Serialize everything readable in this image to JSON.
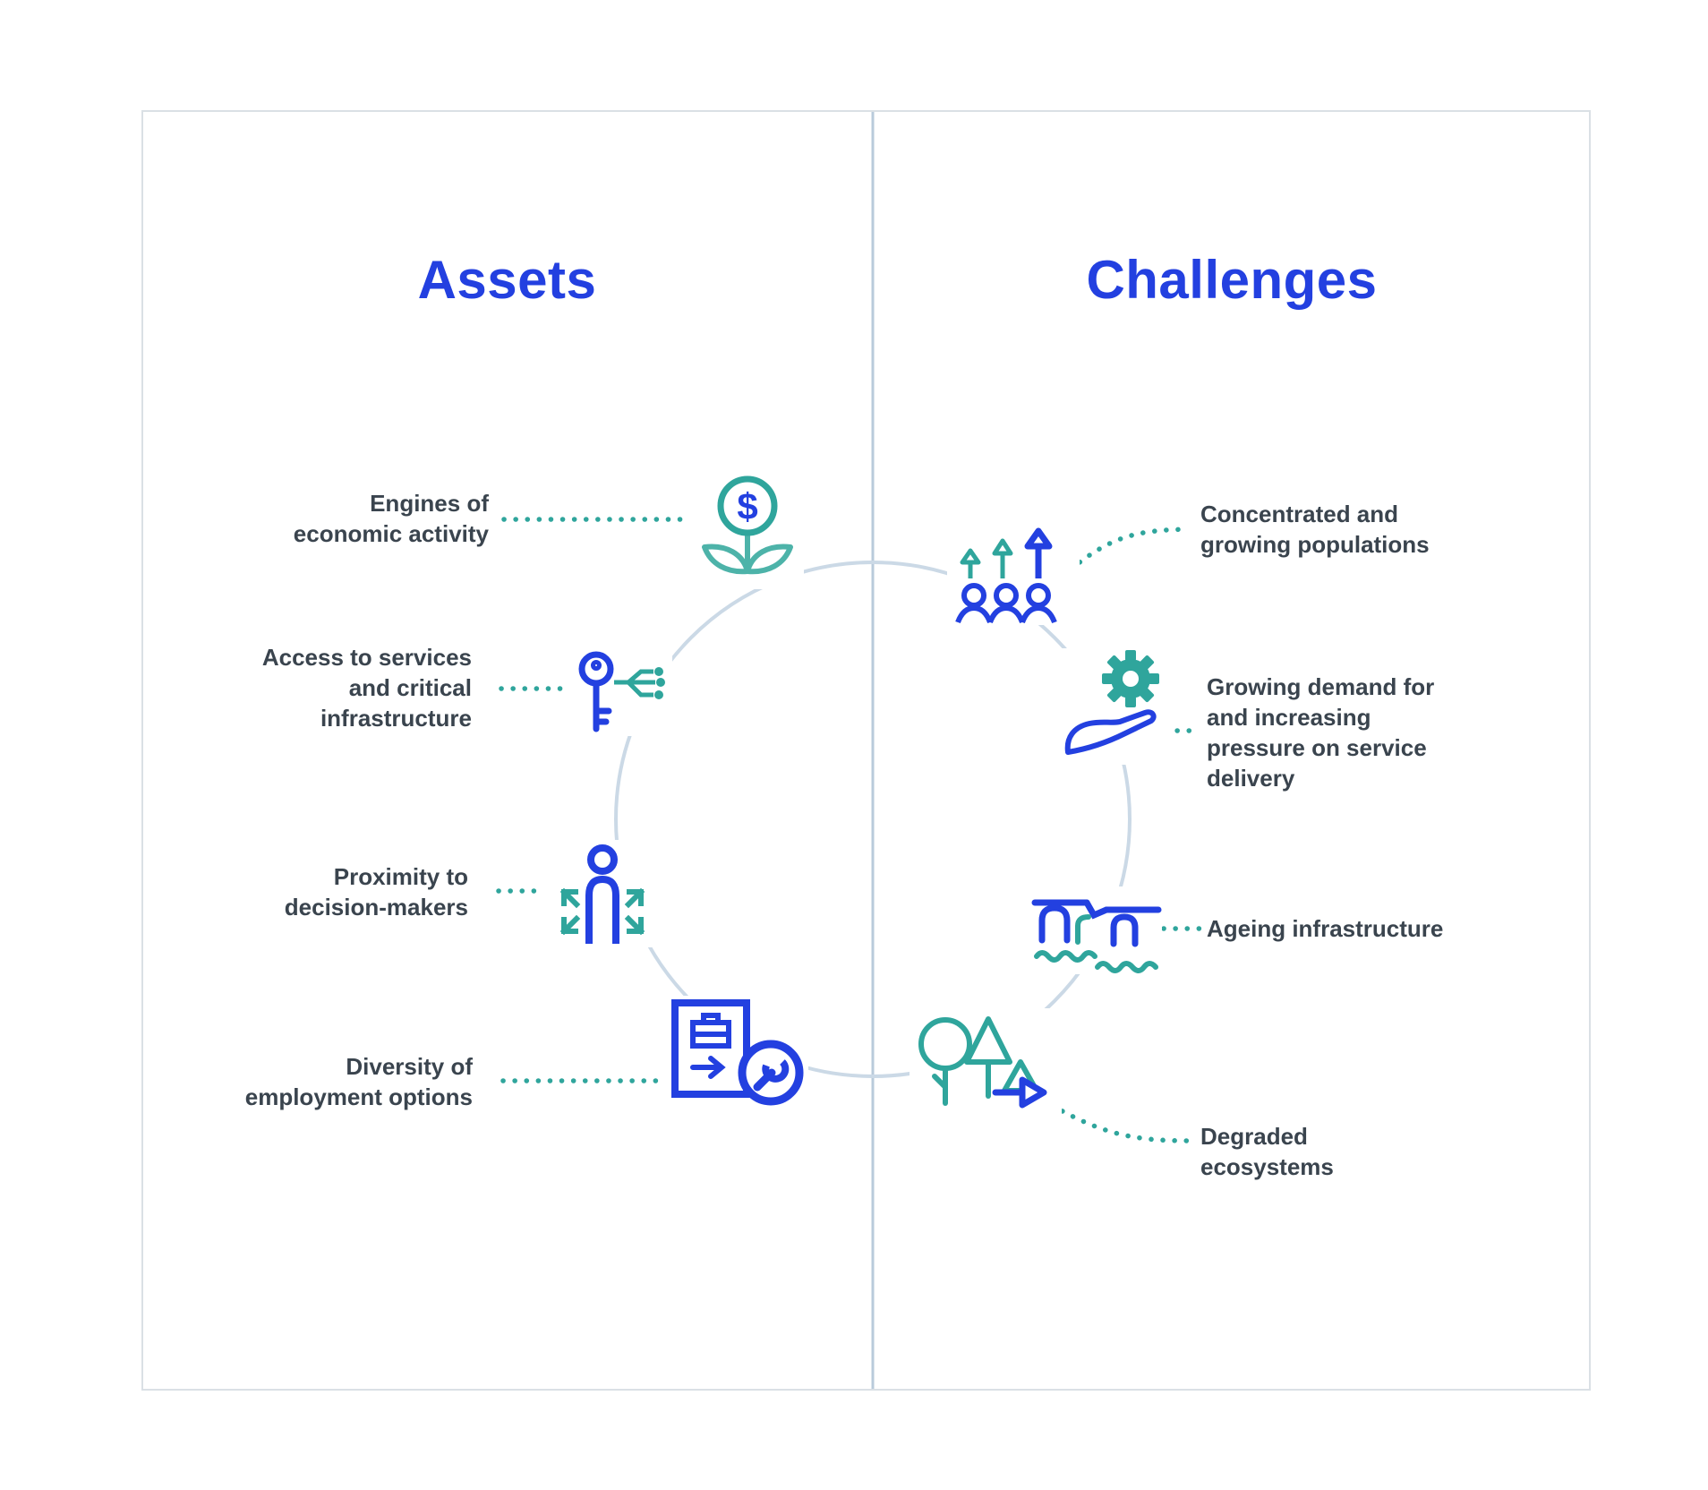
{
  "titles": {
    "left": "Assets",
    "right": "Challenges"
  },
  "assets": [
    {
      "label": "Engines of economic activity",
      "icon": "money-plant-icon"
    },
    {
      "label": "Access to services and critical infrastructure",
      "icon": "key-network-icon"
    },
    {
      "label": "Proximity to decision-makers",
      "icon": "person-expand-arrows-icon"
    },
    {
      "label": "Diversity of employment options",
      "icon": "clipboard-wrench-icon"
    }
  ],
  "challenges": [
    {
      "label": "Concentrated and growing populations",
      "icon": "population-growth-icon"
    },
    {
      "label": "Growing demand for and increasing pressure on service delivery",
      "icon": "hand-gear-icon"
    },
    {
      "label": "Ageing infrastructure",
      "icon": "bridge-icon"
    },
    {
      "label": "Degraded ecosystems",
      "icon": "trees-degradation-icon"
    }
  ],
  "colors": {
    "blue": "#2340e0",
    "teal": "#2fa59c",
    "teal_light": "#4db3a9",
    "text": "#3a444e",
    "circle_stroke": "#cbd9e6",
    "divider": "#b9cbdb",
    "border": "#dae0e5",
    "background": "#ffffff"
  }
}
